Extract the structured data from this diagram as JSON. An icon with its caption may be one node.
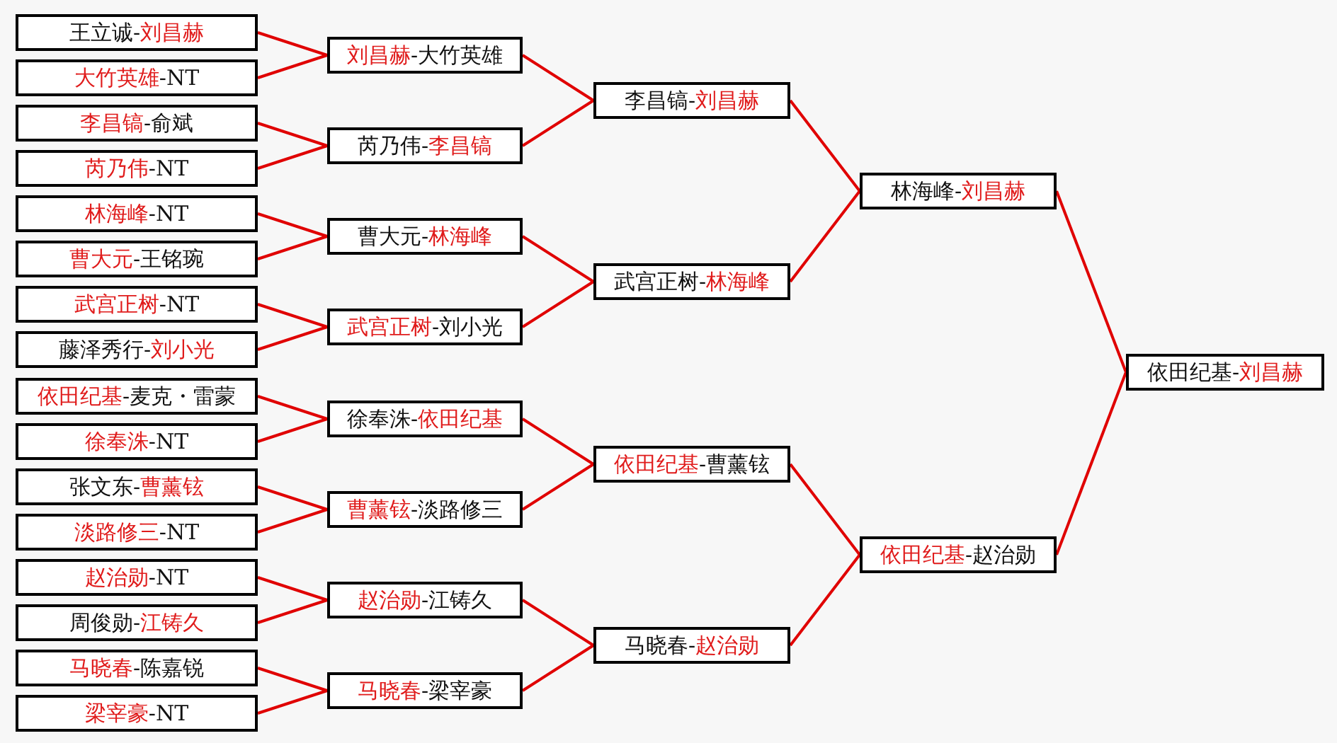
{
  "diagram": {
    "nodes": [
      {
        "text": [
          "王立诚-**刘昌赫**"
        ]
      },
      {
        "text": [
          "**大竹英雄**-NT"
        ]
      },
      {
        "text": [
          "**李昌镐**-俞斌"
        ]
      },
      {
        "text": [
          "**芮乃伟**-NT"
        ]
      },
      {
        "text": [
          "**林海峰**-NT"
        ]
      },
      {
        "text": [
          "**曹大元**-王铭琬"
        ]
      },
      {
        "text": [
          "**武宫正树**-NT"
        ]
      },
      {
        "text": [
          "藤泽秀行-**刘小光**"
        ]
      },
      {
        "text": [
          "**依田纪基**-麦克・雷蒙"
        ]
      },
      {
        "text": [
          "**徐奉洙**-NT"
        ]
      },
      {
        "text": [
          "张文东-**曹薰铉**"
        ]
      },
      {
        "text": [
          "**淡路修三**-NT"
        ]
      },
      {
        "text": [
          "**赵治勋**-NT"
        ]
      },
      {
        "text": [
          "周俊勋-**江铸久**"
        ]
      },
      {
        "text": [
          "**马晓春**-陈嘉锐"
        ]
      },
      {
        "text": [
          "**梁宰豪**-NT"
        ]
      },
      {
        "text": [
          "**刘昌赫**-大竹英雄"
        ]
      },
      {
        "text": [
          "芮乃伟-**李昌镐**"
        ]
      },
      {
        "text": [
          "曹大元-**林海峰**"
        ]
      },
      {
        "text": [
          "**武宫正树**-刘小光"
        ]
      },
      {
        "text": [
          "徐奉洙-**依田纪基**"
        ]
      },
      {
        "text": [
          "**曹薰铉**-淡路修三"
        ]
      },
      {
        "text": [
          "**赵治勋**-江铸久"
        ]
      },
      {
        "text": [
          "**马晓春**-梁宰豪"
        ]
      },
      {
        "text": [
          "李昌镐-**刘昌赫**"
        ]
      },
      {
        "text": [
          "武宫正树-**林海峰**"
        ]
      },
      {
        "text": [
          "**依田纪基**-曹薰铉"
        ]
      },
      {
        "text": [
          "马晓春-**赵治勋**"
        ]
      },
      {
        "text": [
          "林海峰-**刘昌赫**"
        ]
      },
      {
        "text": [
          "**依田纪基**-赵治勋"
        ]
      },
      {
        "text": [
          "依田纪基-**刘昌赫**"
        ]
      }
    ],
    "edges": [
      {
        "from": 0,
        "to": 16,
        "arrow": "none"
      },
      {
        "from": 1,
        "to": 16,
        "arrow": "none"
      },
      {
        "from": 2,
        "to": 17,
        "arrow": "none"
      },
      {
        "from": 3,
        "to": 17,
        "arrow": "none"
      },
      {
        "from": 4,
        "to": 18,
        "arrow": "none"
      },
      {
        "from": 5,
        "to": 18,
        "arrow": "none"
      },
      {
        "from": 6,
        "to": 19,
        "arrow": "none"
      },
      {
        "from": 7,
        "to": 19,
        "arrow": "none"
      },
      {
        "from": 8,
        "to": 20,
        "arrow": "none"
      },
      {
        "from": 9,
        "to": 20,
        "arrow": "none"
      },
      {
        "from": 10,
        "to": 21,
        "arrow": "none"
      },
      {
        "from": 11,
        "to": 21,
        "arrow": "none"
      },
      {
        "from": 12,
        "to": 22,
        "arrow": "none"
      },
      {
        "from": 13,
        "to": 22,
        "arrow": "none"
      },
      {
        "from": 14,
        "to": 23,
        "arrow": "none"
      },
      {
        "from": 15,
        "to": 23,
        "arrow": "none"
      },
      {
        "from": 16,
        "to": 24,
        "arrow": "none"
      },
      {
        "from": 17,
        "to": 24,
        "arrow": "none"
      },
      {
        "from": 18,
        "to": 25,
        "arrow": "none"
      },
      {
        "from": 19,
        "to": 25,
        "arrow": "none"
      },
      {
        "from": 20,
        "to": 26,
        "arrow": "none"
      },
      {
        "from": 21,
        "to": 26,
        "arrow": "none"
      },
      {
        "from": 22,
        "to": 27,
        "arrow": "none"
      },
      {
        "from": 23,
        "to": 27,
        "arrow": "none"
      },
      {
        "from": 24,
        "to": 28,
        "arrow": "none"
      },
      {
        "from": 25,
        "to": 28,
        "arrow": "none"
      },
      {
        "from": 26,
        "to": 29,
        "arrow": "none"
      },
      {
        "from": 27,
        "to": 29,
        "arrow": "none"
      },
      {
        "from": 28,
        "to": 30,
        "arrow": "none"
      },
      {
        "from": 29,
        "to": 30,
        "arrow": "none"
      }
    ]
  }
}
